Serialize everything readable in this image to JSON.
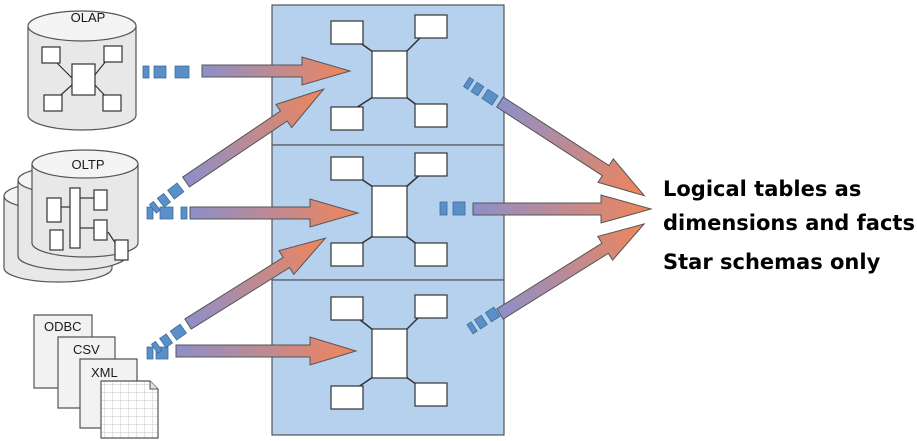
{
  "sources": {
    "olap_label": "OLAP",
    "oltp_label": "OLTP",
    "files": {
      "odbc_label": "ODBC",
      "csv_label": "CSV",
      "xml_label": "XML"
    }
  },
  "captions": {
    "line1": "Logical tables as",
    "line2": "dimensions and facts",
    "line3": "Star schemas only"
  },
  "colors": {
    "panel_fill": "#b5d1ed",
    "arrow_start": "#8d8fc9",
    "arrow_end": "#f0855a",
    "dash_fill": "#5b8fc8"
  }
}
